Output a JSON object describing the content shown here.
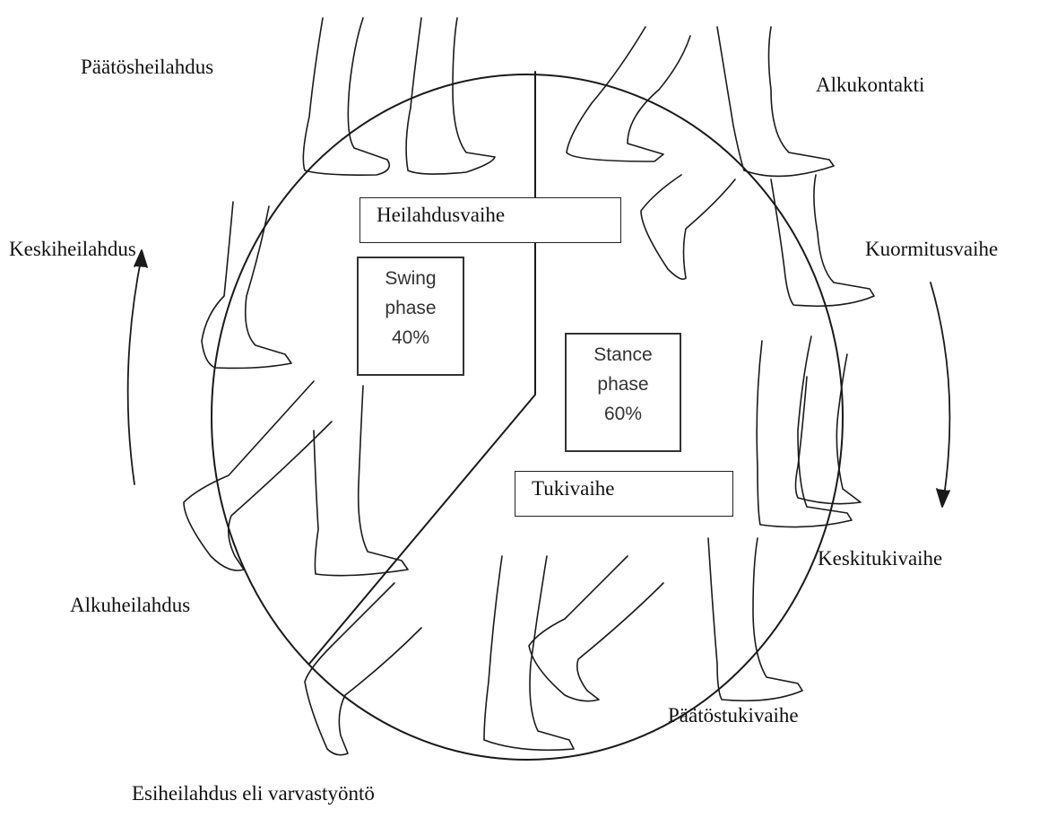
{
  "phase_labels": {
    "terminal_swing": "Päätösheilahdus",
    "initial_contact": "Alkukontakti",
    "mid_swing": "Keskiheilahdus",
    "loading_response": "Kuormitusvaihe",
    "mid_stance": "Keskitukivaihe",
    "initial_swing": "Alkuheilahdus",
    "terminal_stance": "Päätöstukivaihe",
    "pre_swing": "Esiheilahdus eli varvastyöntö"
  },
  "boxes": {
    "swing_fi": "Heilahdusvaihe",
    "stance_fi": "Tukivaihe",
    "swing_en": {
      "line1": "Swing",
      "line2": "phase",
      "line3": "40%"
    },
    "stance_en": {
      "line1": "Stance",
      "line2": "phase",
      "line3": "60%"
    }
  },
  "colors": {
    "line": "#1a1a1a",
    "background": "#ffffff"
  }
}
